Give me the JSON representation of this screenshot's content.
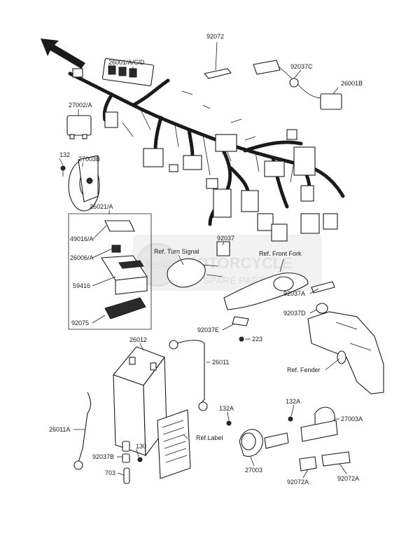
{
  "watermark": {
    "line1": "MOTORCYCLE",
    "line2": "SPARE PARTS",
    "badge": "MSP"
  },
  "labels": {
    "p26001": "26001/A/C/D",
    "p92072": "92072",
    "p92037C": "92037C",
    "p26001B": "26001B",
    "p27002": "27002/A",
    "p132": "132",
    "p27003B": "27003B",
    "p26021": "26021/A",
    "p49016": "49016/A",
    "p26006": "26006/A",
    "p59416": "59416",
    "p92075": "92075",
    "p92037": "92037",
    "refTurn": "Ref. Turn Signal",
    "refFork": "Ref. Front Fork",
    "p92037A": "92037A",
    "p92037D": "92037D",
    "p92037E": "92037E",
    "p223": "223",
    "p26012": "26012",
    "p26011": "26011",
    "refFender": "Ref. Fender",
    "p132A_1": "132A",
    "p132A_2": "132A",
    "p27003A": "27003A",
    "p26011A": "26011A",
    "refLabel": "Ref.Label",
    "p92037B": "92037B",
    "p130": "130",
    "p703": "703",
    "p27003": "27003",
    "p92072A_1": "92072A",
    "p92072A_2": "92072A"
  }
}
